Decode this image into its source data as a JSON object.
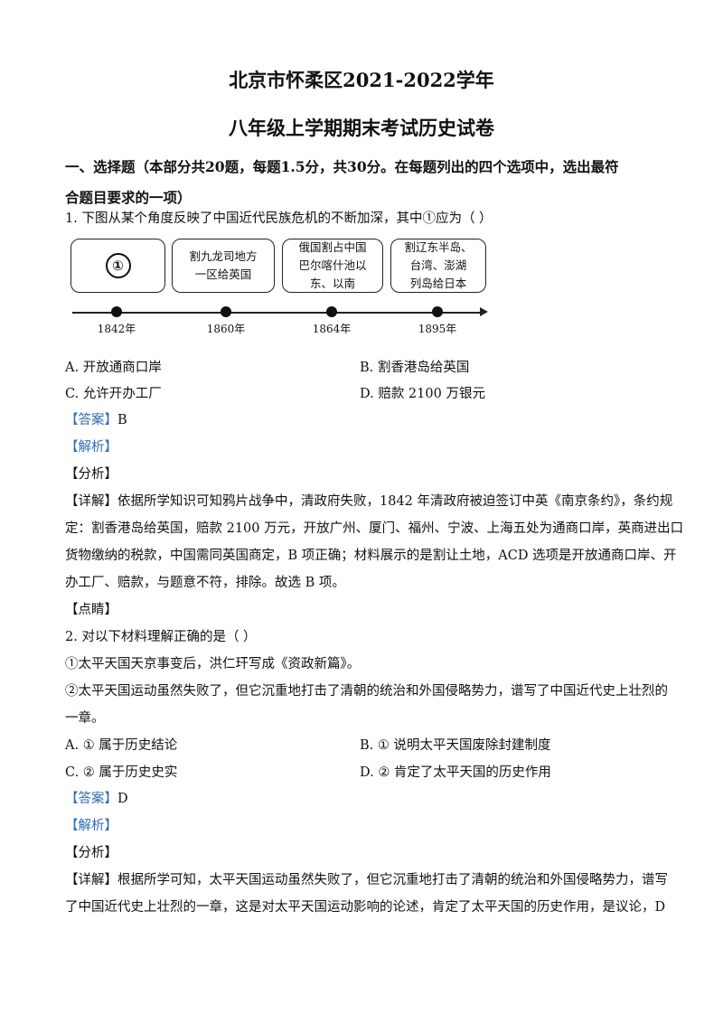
{
  "header": {
    "title_line1": "北京市怀柔区2021-2022学年",
    "title_line2": "八年级上学期期末考试历史试卷"
  },
  "section": {
    "line1": "一、选择题（本部分共20题，每题1.5分，共30分。在每题列出的四个选项中，选出最符",
    "line2": "合题目要求的一项）"
  },
  "q1": {
    "stem": "1. 下图从某个角度反映了中国近代民族危机的不断加深，其中①应为（     ）",
    "timeline": {
      "boxes": [
        {
          "text": "①"
        },
        {
          "text": "割九龙司地方\n一区给英国"
        },
        {
          "text": "俄国割占中国\n巴尔喀什池以\n东、以南"
        },
        {
          "text": "割辽东半岛、\n台湾、澎湖\n列岛给日本"
        }
      ],
      "years": [
        "1842年",
        "1860年",
        "1864年",
        "1895年"
      ]
    },
    "options": {
      "a": "A.  开放通商口岸",
      "b": "B.  割香港岛给英国",
      "c": "C.  允许开办工厂",
      "d": "D.  赔款 2100 万银元"
    },
    "answer_tag": "【答案】",
    "answer": "B",
    "analysis_tag": "【解析】",
    "fenxi": "【分析】",
    "detail_tag": "【详解】",
    "detail_line1": "依据所学知识可知鸦片战争中，清政府失败，1842 年清政府被迫签订中英《南京条约》，条约规",
    "detail_line2": "定：割香港岛给英国，赔款 2100 万元，开放广州、厦门、福州、宁波、上海五处为通商口岸，英商进出口",
    "detail_line3": "货物缴纳的税款，中国需同英国商定，B 项正确；材料展示的是割让土地，ACD 选项是开放通商口岸、开",
    "detail_line4": "办工厂、赔款，与题意不符，排除。故选 B 项。",
    "dianjing": "【点睛】"
  },
  "q2": {
    "stem": "2. 对以下材料理解正确的是（     ）",
    "mat1": "①太平天国天京事变后，洪仁玕写成《资政新篇》。",
    "mat2_line1": "②太平天国运动虽然失败了，但它沉重地打击了清朝的统治和外国侵略势力，谱写了中国近代史上壮烈的",
    "mat2_line2": "一章。",
    "options": {
      "a": "A. ① 属于历史结论",
      "b": "B. ① 说明太平天国废除封建制度",
      "c": "C. ② 属于历史史实",
      "d": "D. ② 肯定了太平天国的历史作用"
    },
    "answer_tag": "【答案】",
    "answer": "D",
    "analysis_tag": "【解析】",
    "fenxi": "【分析】",
    "detail_tag": "【详解】",
    "detail_line1": "根据所学可知，太平天国运动虽然失败了，但它沉重地打击了清朝的统治和外国侵略势力，谱写",
    "detail_line2": "了中国近代史上壮烈的一章，这是对太平天国运动影响的论述，肯定了太平天国的历史作用，是议论，D"
  }
}
